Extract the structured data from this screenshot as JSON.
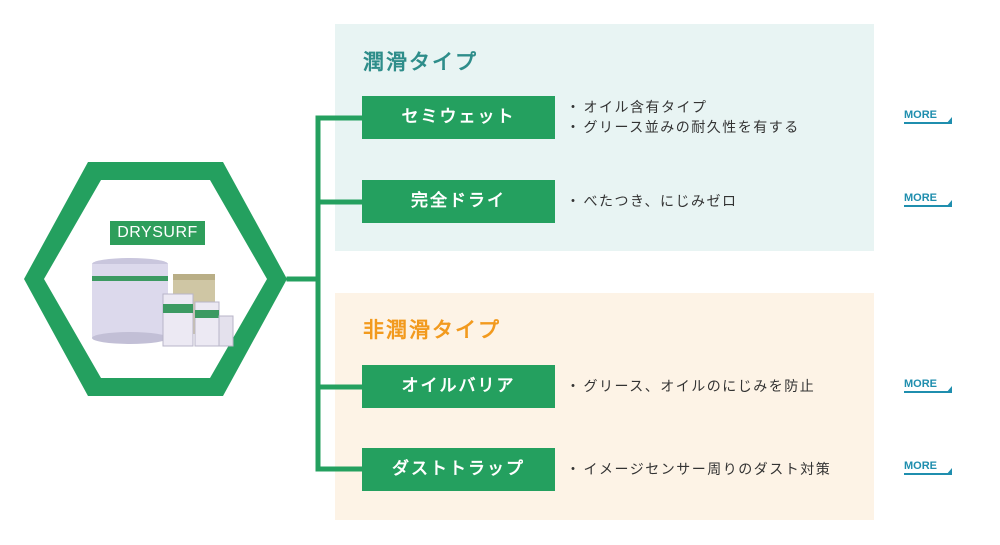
{
  "brand": {
    "label": "DRYSURF"
  },
  "lubricated": {
    "title": "潤滑タイプ",
    "items": [
      {
        "label": "セミウェット",
        "bullets": [
          "オイル含有タイプ",
          "グリース並みの耐久性を有する"
        ],
        "more": "MORE"
      },
      {
        "label": "完全ドライ",
        "bullets": [
          "べたつき、にじみゼロ"
        ],
        "more": "MORE"
      }
    ]
  },
  "non_lubricated": {
    "title": "非潤滑タイプ",
    "items": [
      {
        "label": "オイルバリア",
        "bullets": [
          "グリース、オイルのにじみを防止"
        ],
        "more": "MORE"
      },
      {
        "label": "ダストトラップ",
        "bullets": [
          "イメージセンサー周りのダスト対策"
        ],
        "more": "MORE"
      }
    ]
  },
  "colors": {
    "green": "#24a05f",
    "teal_title": "#2e8d8a",
    "orange_title": "#f29a1e",
    "link": "#1f8eae"
  }
}
